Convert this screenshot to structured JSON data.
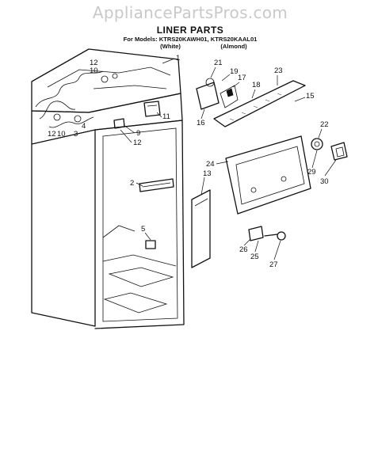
{
  "watermark": "AppliancePartsPros.com",
  "header": {
    "title": "LINER PARTS",
    "models_line": "For Models: KTRS20KAWH01, KTRS20KAAL01",
    "variant_white": "(White)",
    "variant_almond": "(Almond)"
  },
  "callouts": [
    {
      "label": "1"
    },
    {
      "label": "2"
    },
    {
      "label": "3"
    },
    {
      "label": "4"
    },
    {
      "label": "5"
    },
    {
      "label": "9"
    },
    {
      "label": "10"
    },
    {
      "label": "10"
    },
    {
      "label": "11"
    },
    {
      "label": "12"
    },
    {
      "label": "12"
    },
    {
      "label": "12"
    },
    {
      "label": "13"
    },
    {
      "label": "15"
    },
    {
      "label": "16"
    },
    {
      "label": "17"
    },
    {
      "label": "18"
    },
    {
      "label": "19"
    },
    {
      "label": "21"
    },
    {
      "label": "22"
    },
    {
      "label": "23"
    },
    {
      "label": "24"
    },
    {
      "label": "25"
    },
    {
      "label": "26"
    },
    {
      "label": "27"
    },
    {
      "label": "29"
    },
    {
      "label": "30"
    }
  ]
}
